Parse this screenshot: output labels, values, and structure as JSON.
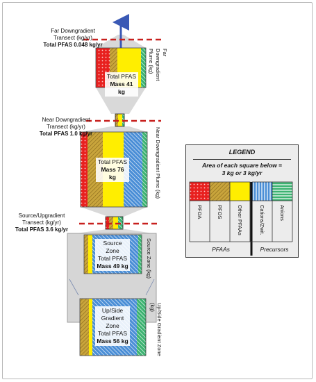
{
  "transects": {
    "far": {
      "line1": "Far Downgradient",
      "line2": "Transect (kg/yr)",
      "total": "Total PFAS 0.048 kg/yr"
    },
    "near": {
      "line1": "Near Downgradient",
      "line2": "Transect (kg/yr)",
      "total": "Total PFAS 1.0 kg/yr"
    },
    "source": {
      "line1": "Source/Upgradient",
      "line2": "Transect (kg/yr)",
      "total": "Total PFAS 3.6 kg/yr"
    }
  },
  "zones": {
    "far_plume": {
      "label": "Far Downgradient Plume (kg)",
      "line1": "Total PFAS",
      "mass": "Mass 41 kg"
    },
    "near_plume": {
      "label": "Near Downgradient Plume (kg)",
      "line1": "Total PFAS",
      "mass": "Mass 76 kg"
    },
    "source_zone": {
      "label": "Source Zone (kg)",
      "line1": "Source",
      "line2": "Zone",
      "line3": "Total PFAS",
      "mass": "Mass 49 kg"
    },
    "upside_zone": {
      "label": "Up/Side Gradient Zone (kg)",
      "line1": "Up/Side",
      "line2": "Gradient",
      "line3": "Zone",
      "line4": "Total PFAS",
      "mass": "Mass 56 kg"
    }
  },
  "legend": {
    "title": "LEGEND",
    "subtitle_line1": "Area of each square below =",
    "subtitle_line2": "3 kg or 3 kg/yr",
    "items": [
      {
        "label": "PFOA",
        "color": "#e8201f",
        "pattern": "dots"
      },
      {
        "label": "PFOS",
        "color": "#c9a53c",
        "pattern": "hatch"
      },
      {
        "label": "Other PFAAs",
        "color": "#ffee00",
        "pattern": "solid"
      },
      {
        "label": "Cations/Zwit.",
        "color": "#4a8ed6",
        "pattern": "vertical-lines"
      },
      {
        "label": "Anions",
        "color": "#3cb371",
        "pattern": "horizontal-lines"
      }
    ],
    "group_pfaas": "PFAAs",
    "group_precursors": "Precursors"
  },
  "colors": {
    "pfoa": "#e8201f",
    "pfos": "#c9a53c",
    "other_pfaas": "#ffee00",
    "cations": "#4a8ed6",
    "anions": "#3cb371",
    "flow_arrow": "#3a59b5",
    "transect_line": "#c8201e"
  }
}
